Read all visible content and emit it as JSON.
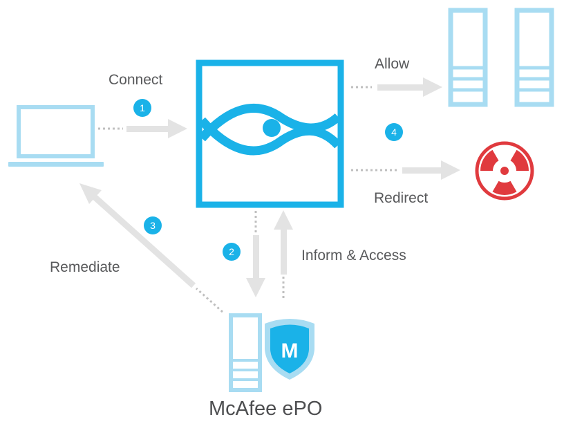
{
  "labels": {
    "connect": "Connect",
    "allow": "Allow",
    "redirect": "Redirect",
    "inform_access": "Inform & Access",
    "remediate": "Remediate",
    "mcafee_epo": "McAfee ePO"
  },
  "steps": [
    "1",
    "2",
    "3",
    "4"
  ],
  "icons": {
    "laptop": "laptop-icon",
    "gateway": "eye-gateway-icon",
    "servers": "server-icon",
    "threat": "radiation-hazard-icon",
    "epo": "epo-server-shield-icon",
    "shield_letter": "M"
  },
  "colors": {
    "primary": "#1ab2e8",
    "light_blue": "#a8dcf2",
    "arrow_gray": "#e3e3e3",
    "dot_gray": "#bfbfbf",
    "danger": "#e03a3e",
    "text": "#58595b"
  }
}
